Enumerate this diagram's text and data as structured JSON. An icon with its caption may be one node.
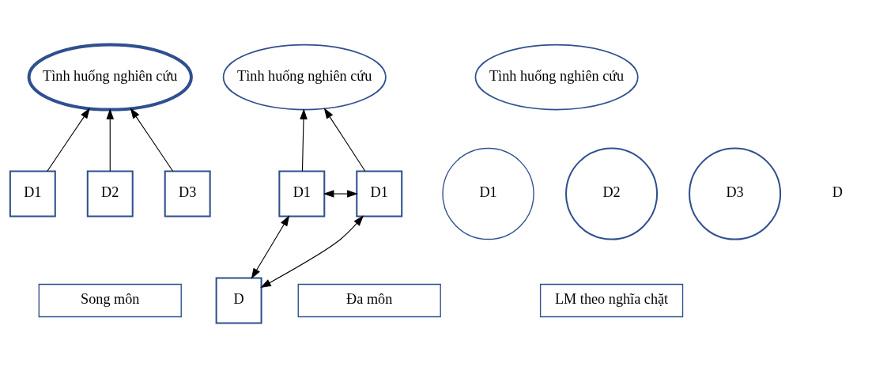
{
  "diagram": {
    "nodes": [
      {
        "text": [
          "Tình huống nghiên cứu"
        ]
      },
      {
        "text": [
          "D1"
        ]
      },
      {
        "text": [
          "D2"
        ]
      },
      {
        "text": [
          "D3"
        ]
      },
      {
        "text": [
          "Song môn"
        ]
      },
      {
        "text": [
          "Tình huống nghiên cứu"
        ]
      },
      {
        "text": [
          "D"
        ]
      },
      {
        "text": [
          "D1"
        ]
      },
      {
        "text": [
          "D1"
        ]
      },
      {
        "text": [
          "Đa môn"
        ]
      },
      {
        "text": [
          "Tình huống nghiên cứu"
        ]
      },
      {
        "text": [
          "D1"
        ]
      },
      {
        "text": [
          "D2"
        ]
      },
      {
        "text": [
          "D3"
        ]
      },
      {
        "text": [
          "LM theo nghĩa chặt"
        ]
      }
    ],
    "edges": [
      {
        "from": 1,
        "to": 0,
        "arrow": "to"
      },
      {
        "from": 2,
        "to": 0,
        "arrow": "to"
      },
      {
        "from": 3,
        "to": 0,
        "arrow": "to"
      },
      {
        "from": 7,
        "to": 5,
        "arrow": "to"
      },
      {
        "from": 8,
        "to": 5,
        "arrow": "to"
      },
      {
        "from": 7,
        "to": 6,
        "arrow": "both"
      },
      {
        "from": 8,
        "to": 6,
        "arrow": "both"
      },
      {
        "from": 7,
        "to": 8,
        "arrow": "both"
      }
    ],
    "labels": [
      "D"
    ]
  }
}
